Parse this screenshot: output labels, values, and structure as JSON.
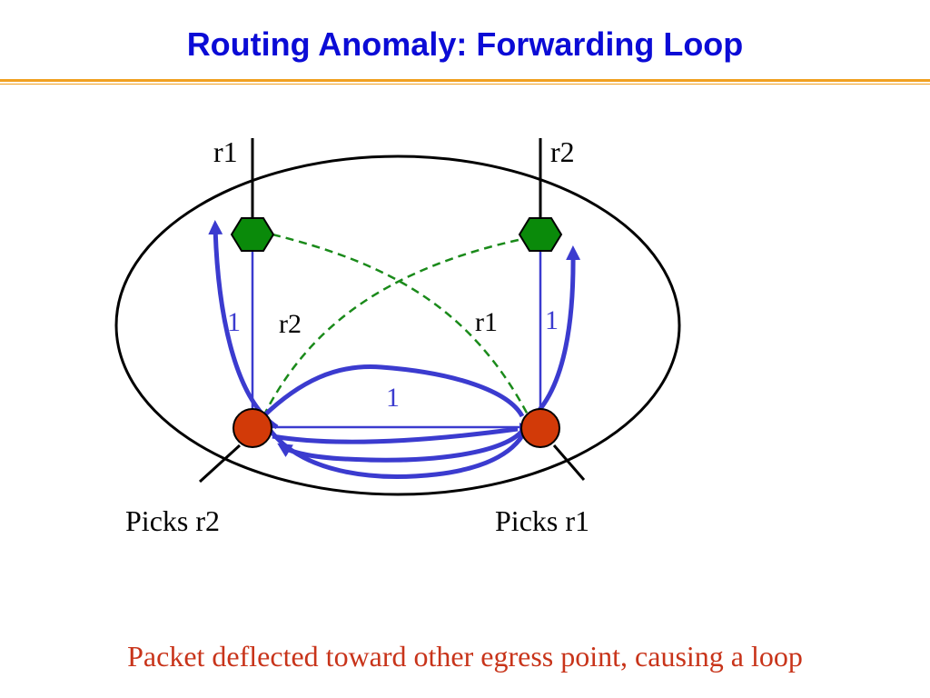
{
  "title": "Routing Anomaly: Forwarding Loop",
  "labels": {
    "egress_left": "r1",
    "egress_right": "r2",
    "weight_left": "1",
    "weight_right": "1",
    "weight_bottom": "1",
    "path_to_r2": "r2",
    "path_to_r1": "r1",
    "picks_left": "Picks r2",
    "picks_right": "Picks r1"
  },
  "caption": "Packet deflected toward other egress point, causing a loop",
  "colors": {
    "title": "#0b0bd6",
    "rule": "#f0a020",
    "egress_router": "#0a8a0a",
    "internal_router": "#d23a08",
    "loop_path": "#3b3bcf",
    "bgp_path": "#1a8a1a",
    "caption": "#c8341a"
  }
}
